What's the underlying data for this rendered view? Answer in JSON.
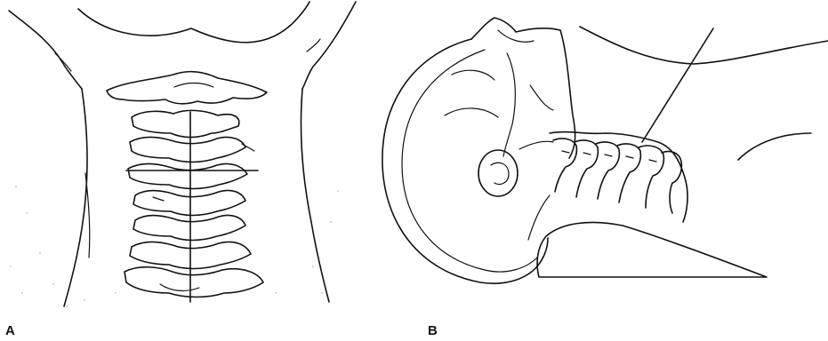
{
  "panels": [
    {
      "id": "A",
      "label": "A"
    },
    {
      "id": "B",
      "label": "B"
    }
  ],
  "colors": {
    "line": "#111111",
    "background": "#ffffff",
    "shading": "#9a9a9a"
  }
}
